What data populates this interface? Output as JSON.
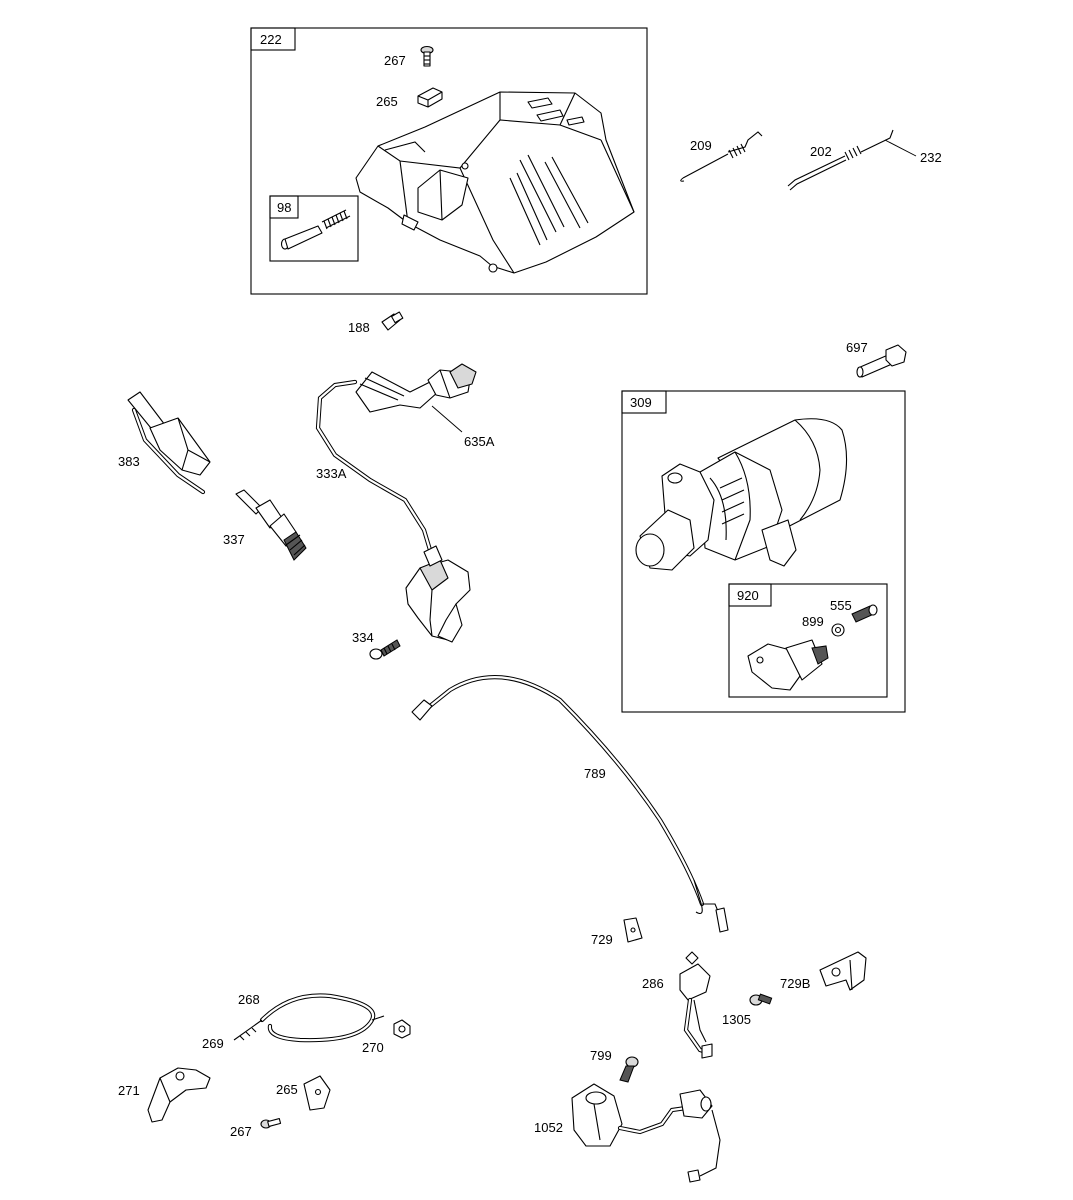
{
  "callouts": {
    "c98": "98",
    "c188": "188",
    "c202": "202",
    "c209": "209",
    "c222": "222",
    "c232": "232",
    "c265a": "265",
    "c265b": "265",
    "c267a": "267",
    "c267b": "267",
    "c268": "268",
    "c269": "269",
    "c270": "270",
    "c271": "271",
    "c286": "286",
    "c309": "309",
    "c333A": "333A",
    "c334": "334",
    "c337": "337",
    "c383": "383",
    "c555": "555",
    "c635A": "635A",
    "c697": "697",
    "c729": "729",
    "c729B": "729B",
    "c789": "789",
    "c799": "799",
    "c899": "899",
    "c920": "920",
    "c1052": "1052",
    "c1305": "1305"
  }
}
